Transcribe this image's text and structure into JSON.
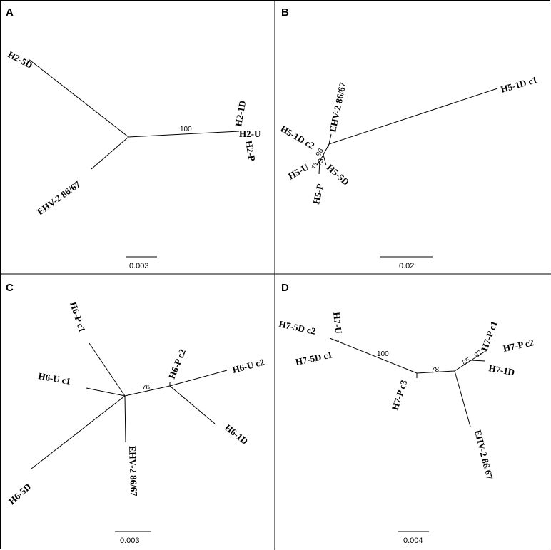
{
  "panels": [
    {
      "letter": "A",
      "leaves": [
        "H2-5D",
        "EHV-2 86/67",
        "H2-1D",
        "H2-U",
        "H2-P"
      ],
      "supports": [
        "100"
      ],
      "scale_label": "0.003"
    },
    {
      "letter": "B",
      "leaves": [
        "H5-1D c1",
        "EHV-2 86/67",
        "H5-1D c2",
        "H5-U",
        "H5-P",
        "H5-5D"
      ],
      "supports": [
        "96",
        "73",
        "74"
      ],
      "scale_label": "0.02"
    },
    {
      "letter": "C",
      "leaves": [
        "H6-P c1",
        "H6-U c1",
        "H6-5D",
        "EHV-2 86/67",
        "H6-P c2",
        "H6-U c2",
        "H6-1D"
      ],
      "supports": [
        "76"
      ],
      "scale_label": "0.003"
    },
    {
      "letter": "D",
      "leaves": [
        "H7-5D c2",
        "H7-U",
        "H7-5D c1",
        "H7-P c3",
        "H7-P c1",
        "H7-P c2",
        "H7-1D",
        "EHV-2 86/67"
      ],
      "supports": [
        "100",
        "78",
        "85",
        "87"
      ],
      "scale_label": "0.004"
    }
  ]
}
